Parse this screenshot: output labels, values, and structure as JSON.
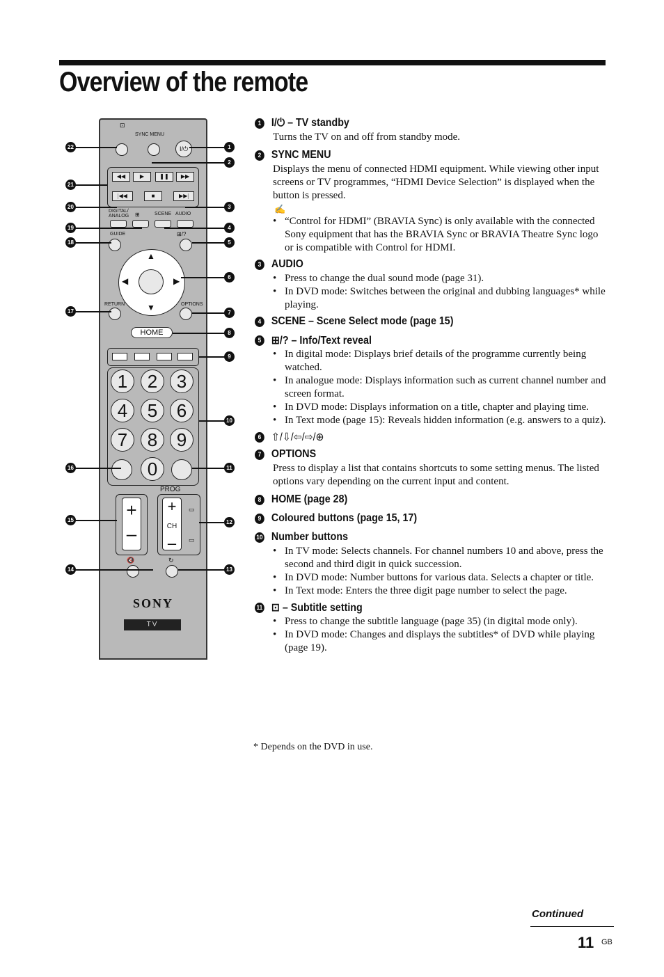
{
  "page": {
    "title": "Overview of the remote",
    "continued": "Continued",
    "page_number": "11",
    "page_suffix": "GB",
    "footnote": "* Depends on the DVD in use."
  },
  "remote": {
    "labels": {
      "sync_menu": "SYNC MENU",
      "digital_analog": "DIGITAL/ ANALOG",
      "scene": "SCENE",
      "audio": "AUDIO",
      "guide": "GUIDE",
      "return": "RETURN",
      "options": "OPTIONS",
      "home": "HOME",
      "prog": "PROG",
      "ch": "CH",
      "brand": "SONY",
      "tv_badge": "TV",
      "standby_glyph": "I/⏻"
    },
    "number_keys": [
      "1",
      "2",
      "3",
      "4",
      "5",
      "6",
      "7",
      "8",
      "9",
      "0"
    ],
    "callouts": [
      "1",
      "2",
      "3",
      "4",
      "5",
      "6",
      "7",
      "8",
      "9",
      "10",
      "11",
      "12",
      "13",
      "14",
      "15",
      "16",
      "17",
      "18",
      "19",
      "20",
      "21",
      "22"
    ]
  },
  "items": [
    {
      "n": "1",
      "heading": "I/⏻ – TV standby",
      "text": "Turns the TV on and off from standby mode.",
      "bullets": []
    },
    {
      "n": "2",
      "heading": "SYNC MENU",
      "text": "Displays the menu of connected HDMI equipment. While viewing other input screens or TV programmes, “HDMI Device Selection” is displayed when the button is pressed.",
      "note_icon": "✍",
      "bullets": [
        "“Control for HDMI” (BRAVIA Sync) is only available with the connected Sony equipment that has the BRAVIA Sync or BRAVIA Theatre Sync logo or is compatible with Control for HDMI."
      ]
    },
    {
      "n": "3",
      "heading": "AUDIO",
      "text": "",
      "bullets": [
        "Press to change the dual sound mode (page 31).",
        "In DVD mode: Switches between the original and dubbing languages* while playing."
      ]
    },
    {
      "n": "4",
      "heading": "SCENE – Scene Select mode (page 15)",
      "text": "",
      "bullets": []
    },
    {
      "n": "5",
      "heading": "⊞/? – Info/Text reveal",
      "text": "",
      "bullets": [
        "In digital mode: Displays brief details of the programme currently being watched.",
        "In analogue mode: Displays information such as current channel number and screen format.",
        "In DVD mode: Displays information on a title, chapter and playing time.",
        "In Text mode (page 15): Reveals hidden information (e.g. answers to a quiz)."
      ]
    },
    {
      "n": "6",
      "heading": "⇧/⇩/⇦/⇨/⊕",
      "text": "",
      "bullets": []
    },
    {
      "n": "7",
      "heading": "OPTIONS",
      "text": "Press to display a list that contains shortcuts to some setting menus. The listed options vary depending on the current input and content.",
      "bullets": []
    },
    {
      "n": "8",
      "heading": "HOME (page 28)",
      "text": "",
      "bullets": []
    },
    {
      "n": "9",
      "heading": "Coloured buttons (page 15, 17)",
      "text": "",
      "bullets": []
    },
    {
      "n": "10",
      "heading": "Number buttons",
      "text": "",
      "bullets": [
        "In TV mode: Selects channels. For channel numbers 10 and above, press the second and third digit in quick succession.",
        "In DVD mode: Number buttons for various data. Selects a chapter or title.",
        "In Text mode: Enters the three digit page number to select the page."
      ]
    },
    {
      "n": "11",
      "heading": "⊡ – Subtitle setting",
      "text": "",
      "bullets": [
        "Press to change the subtitle language (page 35) (in digital mode only).",
        "In DVD mode: Changes and displays the subtitles* of DVD while playing (page 19)."
      ]
    }
  ]
}
